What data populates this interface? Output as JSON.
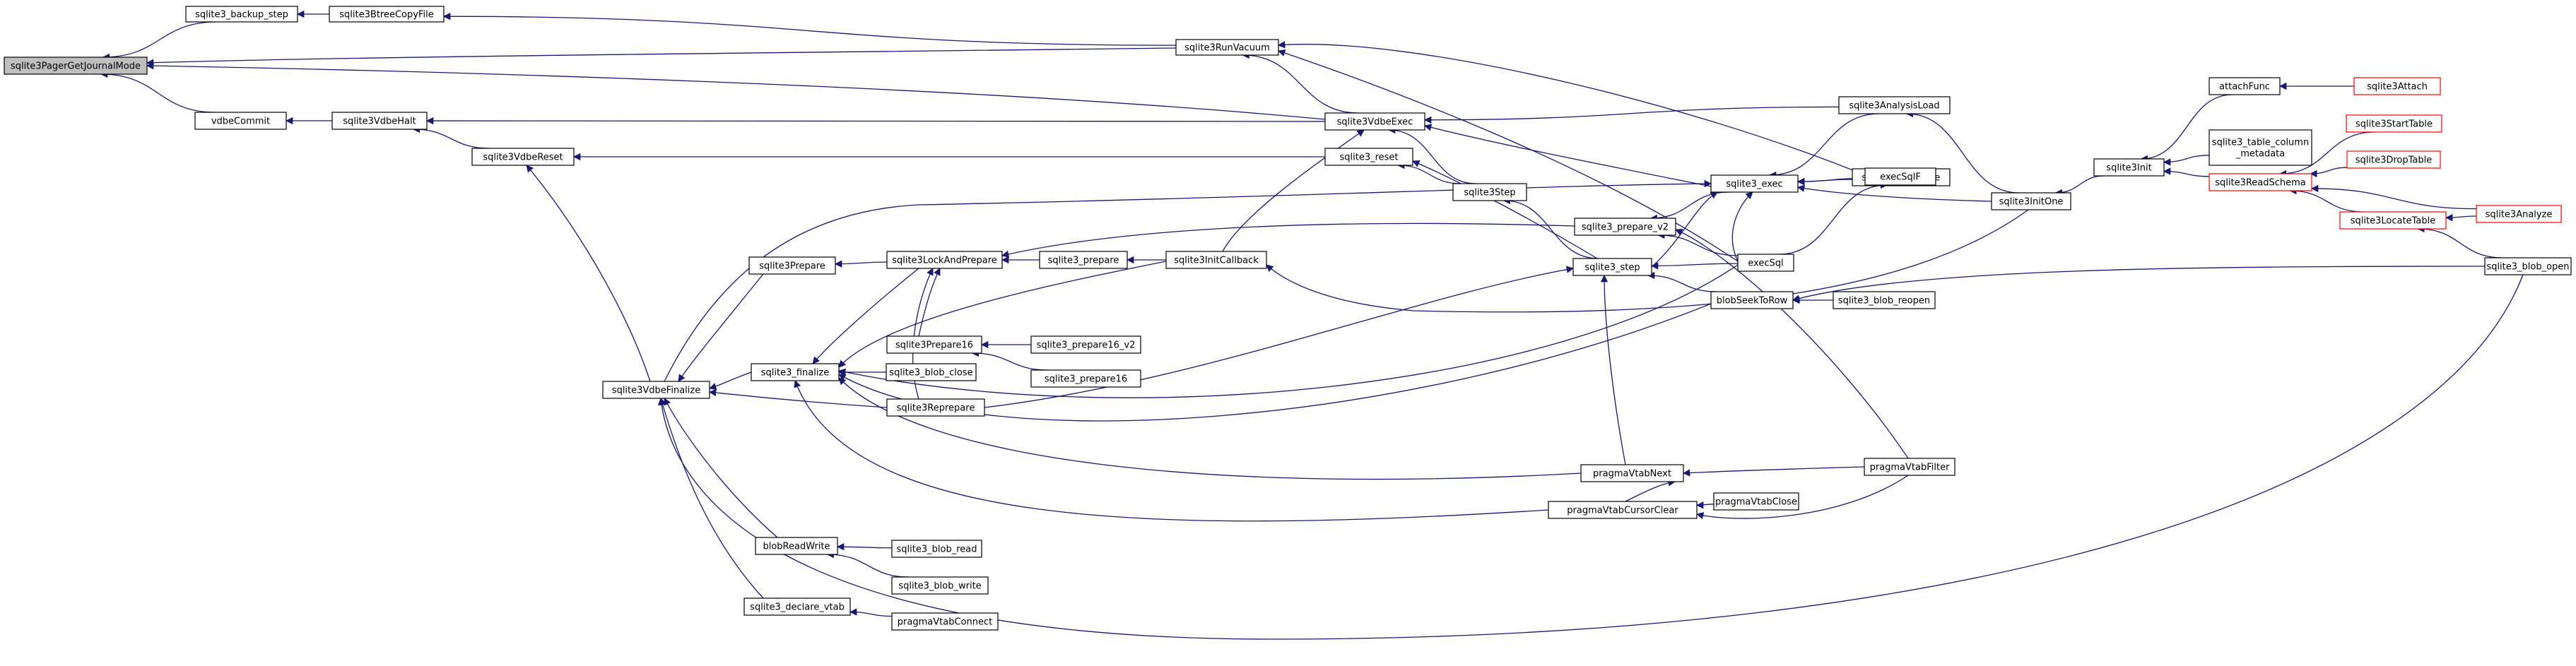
{
  "graph": {
    "colors": {
      "edge": "#191970",
      "node_border": "#000000",
      "incomplete_border": "#ff0000",
      "root_fill": "#bfbfbf"
    },
    "nodes": [
      {
        "id": "root",
        "label": "sqlite3PagerGetJournalMode",
        "root": true
      },
      {
        "id": "backup_step",
        "label": "sqlite3_backup_step"
      },
      {
        "id": "btreecopy",
        "label": "sqlite3BtreeCopyFile"
      },
      {
        "id": "runvacuum",
        "label": "sqlite3RunVacuum"
      },
      {
        "id": "vdbecommit",
        "label": "vdbeCommit"
      },
      {
        "id": "vdbehalt",
        "label": "sqlite3VdbeHalt"
      },
      {
        "id": "vdbeexec",
        "label": "sqlite3VdbeExec"
      },
      {
        "id": "vdbereset",
        "label": "sqlite3VdbeReset"
      },
      {
        "id": "reset",
        "label": "sqlite3_reset"
      },
      {
        "id": "s3step",
        "label": "sqlite3Step"
      },
      {
        "id": "exec",
        "label": "sqlite3_exec"
      },
      {
        "id": "analysisload",
        "label": "sqlite3AnalysisLoad"
      },
      {
        "id": "gettable",
        "label": "sqlite3_get_table"
      },
      {
        "id": "execsqlf",
        "label": "execSqlF"
      },
      {
        "id": "initone",
        "label": "sqlite3InitOne"
      },
      {
        "id": "init",
        "label": "sqlite3Init"
      },
      {
        "id": "attachfunc",
        "label": "attachFunc"
      },
      {
        "id": "attach",
        "label": "sqlite3Attach",
        "red": true
      },
      {
        "id": "tcm",
        "label": [
          "sqlite3_table_column",
          "_metadata"
        ]
      },
      {
        "id": "readschema",
        "label": "sqlite3ReadSchema",
        "red": true
      },
      {
        "id": "starttable",
        "label": "sqlite3StartTable",
        "red": true
      },
      {
        "id": "droptable",
        "label": "sqlite3DropTable",
        "red": true
      },
      {
        "id": "analyze",
        "label": "sqlite3Analyze",
        "red": true
      },
      {
        "id": "locatetable",
        "label": "sqlite3LocateTable",
        "red": true
      },
      {
        "id": "blobopen",
        "label": "sqlite3_blob_open"
      },
      {
        "id": "vdbefinalize",
        "label": "sqlite3VdbeFinalize"
      },
      {
        "id": "prepare",
        "label": "sqlite3Prepare"
      },
      {
        "id": "lockandprepare",
        "label": "sqlite3LockAndPrepare"
      },
      {
        "id": "prepare_api",
        "label": "sqlite3_prepare"
      },
      {
        "id": "initcallback",
        "label": "sqlite3InitCallback"
      },
      {
        "id": "prepare_v2",
        "label": "sqlite3_prepare_v2"
      },
      {
        "id": "step",
        "label": "sqlite3_step"
      },
      {
        "id": "execsql",
        "label": "execSql"
      },
      {
        "id": "blobseek",
        "label": "blobSeekToRow"
      },
      {
        "id": "blobreopen",
        "label": "sqlite3_blob_reopen"
      },
      {
        "id": "prepare16",
        "label": "sqlite3Prepare16"
      },
      {
        "id": "prepare16_v2",
        "label": "sqlite3_prepare16_v2"
      },
      {
        "id": "prepare16_api",
        "label": "sqlite3_prepare16"
      },
      {
        "id": "finalize",
        "label": "sqlite3_finalize"
      },
      {
        "id": "blobclose",
        "label": "sqlite3_blob_close"
      },
      {
        "id": "reprepare",
        "label": "sqlite3Reprepare"
      },
      {
        "id": "vtabnext",
        "label": "pragmaVtabNext"
      },
      {
        "id": "vtabfilter",
        "label": "pragmaVtabFilter"
      },
      {
        "id": "vtabclose",
        "label": "pragmaVtabClose"
      },
      {
        "id": "cursorclear",
        "label": "pragmaVtabCursorClear"
      },
      {
        "id": "blobreadwrite",
        "label": "blobReadWrite"
      },
      {
        "id": "blobread",
        "label": "sqlite3_blob_read"
      },
      {
        "id": "blobwrite",
        "label": "sqlite3_blob_write"
      },
      {
        "id": "declarevtab",
        "label": "sqlite3_declare_vtab"
      },
      {
        "id": "vtabconnect",
        "label": "pragmaVtabConnect"
      }
    ],
    "edges": [
      [
        "backup_step",
        "root"
      ],
      [
        "runvacuum",
        "root"
      ],
      [
        "vdbeexec",
        "root"
      ],
      [
        "vdbecommit",
        "root"
      ],
      [
        "btreecopy",
        "backup_step"
      ],
      [
        "runvacuum",
        "btreecopy"
      ],
      [
        "vdbehalt",
        "vdbecommit"
      ],
      [
        "vdbeexec",
        "vdbehalt"
      ],
      [
        "vdbereset",
        "vdbehalt"
      ],
      [
        "reset",
        "vdbereset"
      ],
      [
        "vdbefinalize",
        "vdbereset"
      ],
      [
        "vdbeexec",
        "runvacuum"
      ],
      [
        "execsqlf",
        "runvacuum"
      ],
      [
        "execsql",
        "runvacuum"
      ],
      [
        "s3step",
        "vdbeexec"
      ],
      [
        "exec",
        "vdbeexec"
      ],
      [
        "analysisload",
        "vdbeexec"
      ],
      [
        "initcallback",
        "vdbeexec"
      ],
      [
        "s3step",
        "reset"
      ],
      [
        "step",
        "reset"
      ],
      [
        "step",
        "s3step"
      ],
      [
        "gettable",
        "exec"
      ],
      [
        "execsqlf",
        "exec"
      ],
      [
        "analysisload",
        "exec"
      ],
      [
        "initone",
        "exec"
      ],
      [
        "vdbefinalize",
        "exec"
      ],
      [
        "execsql",
        "exec"
      ],
      [
        "step",
        "exec"
      ],
      [
        "initone",
        "analysisload"
      ],
      [
        "execsql",
        "execsqlf"
      ],
      [
        "init",
        "initone"
      ],
      [
        "attachfunc",
        "init"
      ],
      [
        "tcm",
        "init"
      ],
      [
        "readschema",
        "init"
      ],
      [
        "attach",
        "attachfunc"
      ],
      [
        "starttable",
        "readschema"
      ],
      [
        "droptable",
        "readschema"
      ],
      [
        "analyze",
        "readschema"
      ],
      [
        "locatetable",
        "readschema"
      ],
      [
        "analyze",
        "locatetable"
      ],
      [
        "blobopen",
        "locatetable"
      ],
      [
        "prepare",
        "vdbefinalize"
      ],
      [
        "finalize",
        "vdbefinalize"
      ],
      [
        "reprepare",
        "vdbefinalize"
      ],
      [
        "blobreadwrite",
        "vdbefinalize"
      ],
      [
        "declarevtab",
        "vdbefinalize"
      ],
      [
        "blobopen",
        "vdbefinalize"
      ],
      [
        "lockandprepare",
        "prepare"
      ],
      [
        "prepare_api",
        "lockandprepare"
      ],
      [
        "prepare_v2",
        "lockandprepare"
      ],
      [
        "prepare16",
        "lockandprepare"
      ],
      [
        "reprepare",
        "lockandprepare"
      ],
      [
        "initcallback",
        "prepare_api"
      ],
      [
        "initone",
        "initcallback"
      ],
      [
        "execsql",
        "prepare_v2"
      ],
      [
        "exec",
        "prepare_v2"
      ],
      [
        "vtabfilter",
        "prepare_v2"
      ],
      [
        "execsql",
        "step"
      ],
      [
        "blobseek",
        "step"
      ],
      [
        "vtabnext",
        "step"
      ],
      [
        "reprepare",
        "step"
      ],
      [
        "blobreopen",
        "blobseek"
      ],
      [
        "blobopen",
        "blobseek"
      ],
      [
        "prepare16_v2",
        "prepare16"
      ],
      [
        "prepare16_api",
        "prepare16"
      ],
      [
        "blobclose",
        "finalize"
      ],
      [
        "execsql",
        "finalize"
      ],
      [
        "blobseek",
        "finalize"
      ],
      [
        "vtabnext",
        "finalize"
      ],
      [
        "cursorclear",
        "finalize"
      ],
      [
        "initcallback",
        "finalize"
      ],
      [
        "lockandprepare",
        "finalize"
      ],
      [
        "vtabfilter",
        "vtabnext"
      ],
      [
        "cursorclear",
        "vtabnext"
      ],
      [
        "vtabclose",
        "cursorclear"
      ],
      [
        "vtabfilter",
        "cursorclear"
      ],
      [
        "blobread",
        "blobreadwrite"
      ],
      [
        "blobwrite",
        "blobreadwrite"
      ],
      [
        "vtabconnect",
        "declarevtab"
      ]
    ]
  }
}
